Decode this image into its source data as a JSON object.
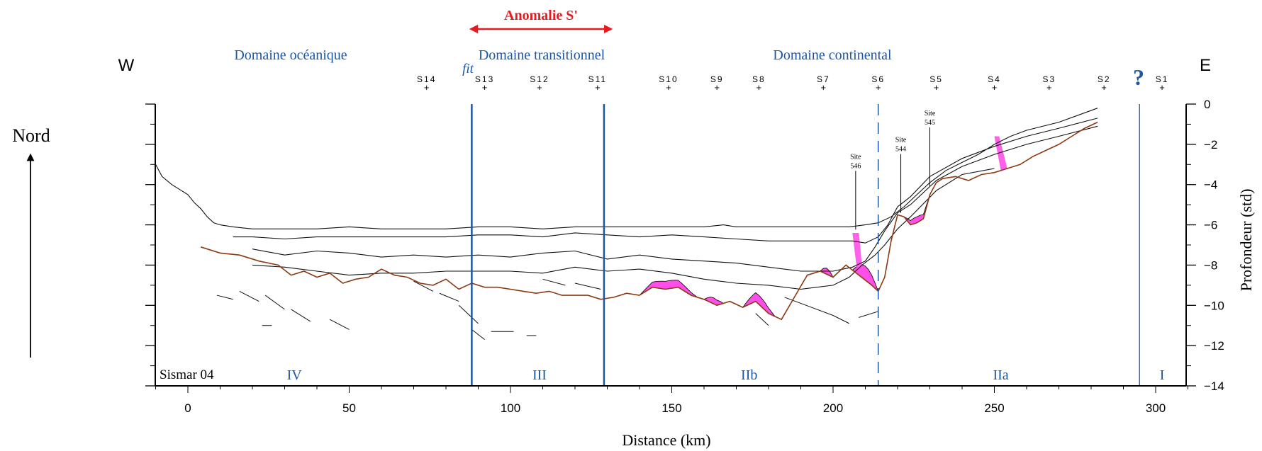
{
  "chart_data": {
    "type": "line",
    "anomaly_label": "Anomalie S'",
    "west_label": "W",
    "east_label": "E",
    "north_label": "Nord",
    "question_mark": "?",
    "fit_label": "fit",
    "profile_name": "Sismar 04",
    "domains": [
      "Domaine océanique",
      "Domaine transitionnel",
      "Domaine continental"
    ],
    "zones": [
      "IV",
      "III",
      "IIb",
      "IIa",
      "I"
    ],
    "stations": [
      {
        "name": "S14",
        "x": 74
      },
      {
        "name": "S13",
        "x": 92
      },
      {
        "name": "S12",
        "x": 109
      },
      {
        "name": "S11",
        "x": 127
      },
      {
        "name": "S10",
        "x": 149
      },
      {
        "name": "S9",
        "x": 164
      },
      {
        "name": "S8",
        "x": 177
      },
      {
        "name": "S7",
        "x": 197
      },
      {
        "name": "S6",
        "x": 214
      },
      {
        "name": "S5",
        "x": 232
      },
      {
        "name": "S4",
        "x": 250
      },
      {
        "name": "S3",
        "x": 267
      },
      {
        "name": "S2",
        "x": 284
      },
      {
        "name": "S1",
        "x": 302
      }
    ],
    "sites": [
      {
        "name": "Site 546",
        "x": 207
      },
      {
        "name": "Site 544",
        "x": 221
      },
      {
        "name": "Site 545",
        "x": 230
      }
    ],
    "boundaries": [
      {
        "x": 88,
        "style": "solid"
      },
      {
        "x": 129,
        "style": "solid"
      },
      {
        "x": 214,
        "style": "dashed"
      },
      {
        "x": 295,
        "style": "thin"
      }
    ],
    "xlabel": "Distance (km)",
    "ylabel": "Profondeur (std)",
    "xlim": [
      -10,
      310
    ],
    "ylim": [
      -14,
      0
    ],
    "xticks": [
      0,
      50,
      100,
      150,
      200,
      250,
      300
    ],
    "yticks": [
      0,
      -2,
      -4,
      -6,
      -8,
      -10,
      -12,
      -14
    ],
    "series": [
      {
        "role": "seafloor",
        "x": [
          -10,
          -8,
          -5,
          -2,
          0,
          2,
          4,
          6,
          8,
          10,
          14,
          20,
          30,
          40,
          50,
          60,
          70,
          80,
          90,
          100,
          110,
          120,
          130,
          140,
          150,
          160,
          166,
          170,
          174,
          180,
          190,
          200,
          205,
          210,
          214,
          218,
          222,
          226,
          230,
          235,
          240,
          245,
          250,
          255,
          260,
          270,
          282
        ],
        "y": [
          -3.0,
          -3.6,
          -4.0,
          -4.3,
          -4.5,
          -4.9,
          -5.2,
          -5.6,
          -5.9,
          -6.0,
          -6.1,
          -6.2,
          -6.2,
          -6.2,
          -6.1,
          -6.2,
          -6.2,
          -6.2,
          -6.1,
          -6.1,
          -6.2,
          -6.1,
          -6.1,
          -6.1,
          -6.1,
          -6.1,
          -6.0,
          -6.1,
          -6.1,
          -6.1,
          -6.1,
          -6.1,
          -6.1,
          -6.0,
          -5.9,
          -5.6,
          -5.1,
          -4.5,
          -3.9,
          -3.3,
          -2.9,
          -2.5,
          -2.0,
          -1.6,
          -1.3,
          -0.9,
          -0.2
        ]
      },
      {
        "role": "reflector-1",
        "x": [
          14,
          20,
          30,
          40,
          50,
          60,
          70,
          80,
          90,
          100,
          110,
          120,
          130,
          140,
          150,
          160,
          170,
          180,
          190,
          200,
          206,
          210,
          214,
          217,
          220,
          224,
          230,
          240,
          250,
          260,
          270,
          282
        ],
        "y": [
          -6.6,
          -6.6,
          -6.7,
          -6.6,
          -6.6,
          -6.6,
          -6.6,
          -6.6,
          -6.5,
          -6.5,
          -6.6,
          -6.4,
          -6.5,
          -6.6,
          -6.5,
          -6.6,
          -6.7,
          -6.8,
          -6.8,
          -6.8,
          -6.8,
          -6.9,
          -6.6,
          -6.0,
          -5.1,
          -4.6,
          -3.6,
          -2.7,
          -2.1,
          -1.6,
          -1.2,
          -0.7
        ]
      },
      {
        "role": "reflector-2",
        "x": [
          20,
          30,
          40,
          50,
          60,
          70,
          80,
          90,
          100,
          110,
          120,
          130,
          140,
          150,
          160,
          170,
          180,
          190,
          200,
          206,
          210,
          213,
          216,
          220,
          224,
          232,
          240,
          250,
          260,
          270,
          282
        ],
        "y": [
          -7.2,
          -7.5,
          -7.3,
          -7.4,
          -7.6,
          -7.5,
          -7.6,
          -7.5,
          -7.6,
          -7.4,
          -7.3,
          -7.7,
          -7.5,
          -7.7,
          -7.8,
          -7.9,
          -8.1,
          -8.3,
          -8.3,
          -8.1,
          -7.8,
          -7.1,
          -6.3,
          -5.4,
          -5.0,
          -3.8,
          -3.1,
          -2.5,
          -2.0,
          -1.6,
          -1.1
        ]
      },
      {
        "role": "reflector-3",
        "x": [
          20,
          30,
          40,
          50,
          60,
          70,
          80,
          90,
          100,
          110,
          120,
          130,
          140,
          150,
          160,
          170,
          180,
          190,
          200,
          205,
          209,
          213,
          216,
          220,
          224,
          232,
          240,
          250
        ],
        "y": [
          -8.0,
          -8.1,
          -8.3,
          -8.5,
          -8.4,
          -8.4,
          -8.3,
          -8.3,
          -8.3,
          -8.4,
          -8.1,
          -8.3,
          -8.2,
          -8.4,
          -8.7,
          -8.9,
          -9.0,
          -9.2,
          -9.0,
          -8.6,
          -8.0,
          -7.5,
          -7.0,
          -6.2,
          -5.6,
          -4.3,
          -3.5,
          -3.2
        ]
      },
      {
        "role": "basement",
        "x": [
          4,
          10,
          16,
          22,
          28,
          32,
          36,
          40,
          44,
          48,
          52,
          56,
          60,
          64,
          68,
          72,
          76,
          80,
          84,
          88,
          92,
          96,
          100,
          104,
          108,
          112,
          116,
          120,
          124,
          128,
          132,
          136,
          140,
          144,
          148,
          152,
          156,
          160,
          164,
          168,
          172,
          176,
          180,
          184,
          188,
          192,
          196,
          200,
          204,
          208,
          212,
          214,
          216,
          218,
          220,
          222,
          224,
          226,
          228,
          230,
          232,
          234,
          238,
          242,
          246,
          250,
          254,
          258,
          262,
          266,
          270,
          274,
          278,
          282
        ],
        "y": [
          -7.1,
          -7.4,
          -7.5,
          -7.8,
          -8.0,
          -8.5,
          -8.3,
          -8.6,
          -8.4,
          -8.9,
          -8.7,
          -8.6,
          -8.2,
          -8.5,
          -8.6,
          -8.9,
          -9.0,
          -8.7,
          -9.2,
          -8.9,
          -9.1,
          -9.1,
          -9.2,
          -9.3,
          -9.4,
          -9.3,
          -9.5,
          -9.5,
          -9.5,
          -9.7,
          -9.6,
          -9.4,
          -9.5,
          -9.1,
          -9.2,
          -9.1,
          -9.5,
          -9.7,
          -10.0,
          -9.8,
          -10.1,
          -9.8,
          -10.4,
          -10.7,
          -9.6,
          -8.5,
          -8.3,
          -8.6,
          -8.0,
          -8.5,
          -9.0,
          -9.3,
          -8.6,
          -6.8,
          -5.5,
          -5.6,
          -6.0,
          -5.9,
          -5.7,
          -4.5,
          -3.9,
          -3.7,
          -3.6,
          -3.8,
          -3.5,
          -3.4,
          -3.2,
          -3.0,
          -2.6,
          -2.3,
          -2.0,
          -1.6,
          -1.2,
          -0.9
        ]
      }
    ]
  }
}
